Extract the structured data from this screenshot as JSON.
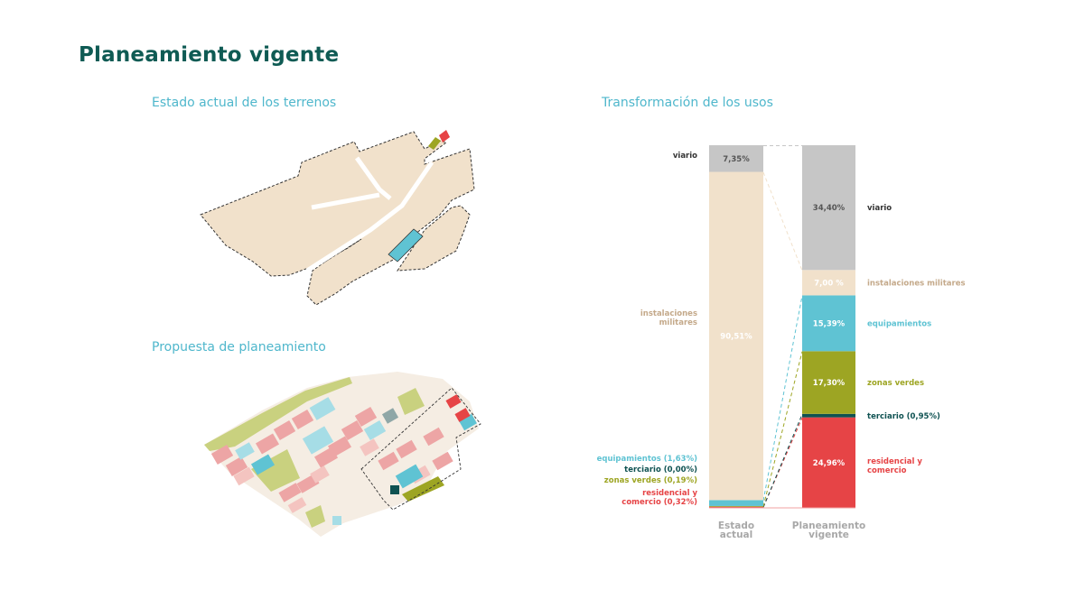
{
  "title": "Planeamiento vigente",
  "sections": {
    "estado_actual": "Estado actual de los terrenos",
    "propuesta": "Propuesta de planeamiento",
    "transformacion": "Transformación de los usos"
  },
  "colors": {
    "viario": "#c6c6c6",
    "instalaciones_militares": "#f1e1cb",
    "equipamientos": "#5fc3d3",
    "terciario": "#0f5252",
    "zonas_verdes": "#9da523",
    "residencial_comercio": "#e64446"
  },
  "chart_data": {
    "type": "bar",
    "stacked": true,
    "normalized_percent": true,
    "categories": [
      "Estado actual",
      "Planeamiento vigente"
    ],
    "series": [
      {
        "key": "residencial",
        "color": "#e64446",
        "values": [
          0.32,
          24.96
        ],
        "value_labels": [
          "",
          "24,96%"
        ],
        "left_label": [
          "residencial y",
          "comercio (0,32%)"
        ],
        "right_label": [
          "residencial y",
          "comercio"
        ]
      },
      {
        "key": "terciario",
        "color": "#0f5252",
        "values": [
          0.0,
          0.95
        ],
        "value_labels": [
          "",
          ""
        ],
        "left_label": [
          "terciario (0,00%)"
        ],
        "right_label": [
          "terciario (0,95%)"
        ]
      },
      {
        "key": "verdes",
        "color": "#9da523",
        "values": [
          0.19,
          17.3
        ],
        "value_labels": [
          "",
          "17,30%"
        ],
        "left_label": [
          "zonas verdes (0,19%)"
        ],
        "right_label": [
          "zonas verdes"
        ]
      },
      {
        "key": "equipamientos",
        "color": "#5fc3d3",
        "values": [
          1.63,
          15.39
        ],
        "value_labels": [
          "",
          "15,39%"
        ],
        "left_label": [
          "equipamientos (1,63%)"
        ],
        "right_label": [
          "equipamientos"
        ]
      },
      {
        "key": "militares",
        "color": "#f1e1cb",
        "values": [
          90.51,
          7.0
        ],
        "value_labels": [
          "90,51%",
          "7,00 %"
        ],
        "left_label": [
          "instalaciones",
          "militares"
        ],
        "right_label": [
          "instalaciones militares"
        ]
      },
      {
        "key": "viario",
        "color": "#c6c6c6",
        "values": [
          7.35,
          34.4
        ],
        "value_labels": [
          "7,35%",
          "34,40%"
        ],
        "left_label": [
          "viario"
        ],
        "right_label": [
          "viario"
        ]
      }
    ],
    "bar_captions": [
      [
        "Estado",
        "actual"
      ],
      [
        "Planeamiento",
        "vigente"
      ]
    ],
    "ylim": [
      0,
      100
    ]
  }
}
